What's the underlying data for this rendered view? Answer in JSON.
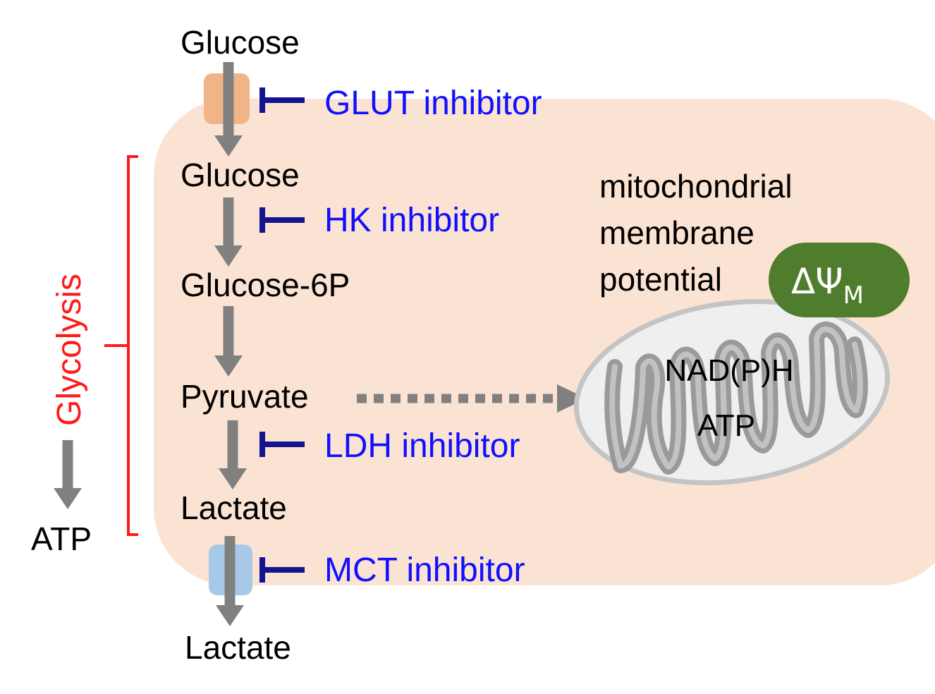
{
  "metabolites": {
    "glucose_outside": "Glucose",
    "glucose_inside": "Glucose",
    "glucose_6p": "Glucose-6P",
    "pyruvate": "Pyruvate",
    "lactate_inside": "Lactate",
    "lactate_outside": "Lactate"
  },
  "inhibitors": {
    "glut": "GLUT inhibitor",
    "hk": "HK inhibitor",
    "ldh": "LDH inhibitor",
    "mct": "MCT inhibitor"
  },
  "glycolysis": {
    "label": "Glycolysis",
    "product": "ATP"
  },
  "mitochondria": {
    "potential_line1": "mitochondrial",
    "potential_line2": "membrane",
    "potential_line3": "potential",
    "delta_psi_symbol": "ΔΨ",
    "delta_psi_subscript": "M",
    "product1": "NAD(P)H",
    "product2": "ATP"
  },
  "colors": {
    "cell_fill": "#fbe3d3",
    "glut_transporter": "#f0b488",
    "mct_transporter": "#a8c8e8",
    "arrow_gray": "#808080",
    "inhibitor_blue": "#1010ff",
    "inhibitor_bar": "#141490",
    "glycolysis_red": "#ff1a1a",
    "delta_psi_green": "#4f7d2d",
    "mito_outer": "#efefef",
    "mito_cristae": "#9a9a9a"
  }
}
